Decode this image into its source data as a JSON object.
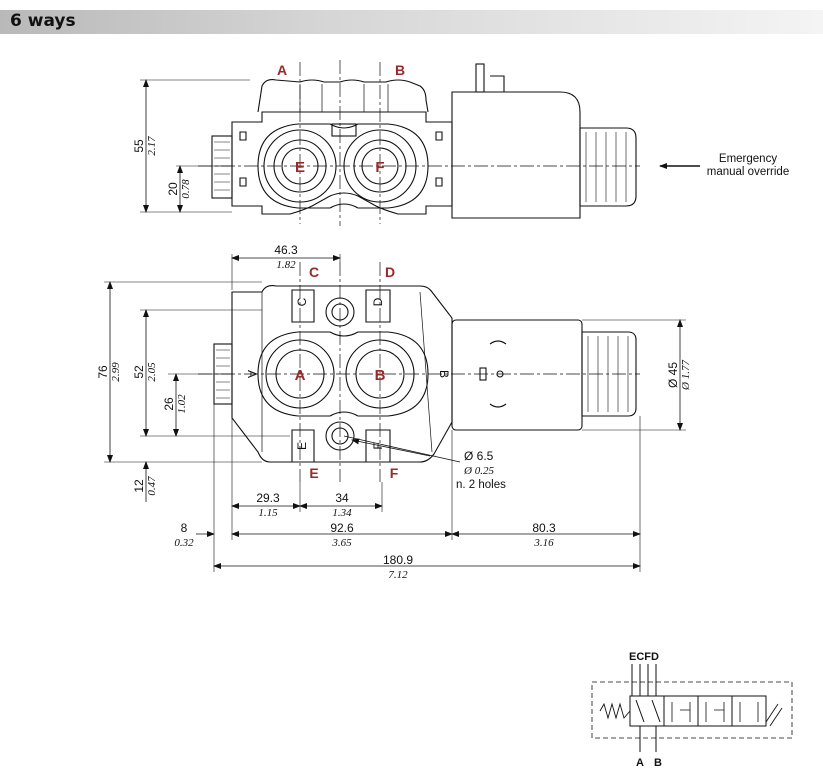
{
  "header": {
    "title": "6 ways"
  },
  "colors": {
    "port_letter": "#9a2a2a",
    "line": "#111111",
    "header_grad_start": "#b9b9b9",
    "header_grad_end": "#f4f4f4"
  },
  "side_view": {
    "top_ports": [
      "A",
      "B"
    ],
    "front_ports": [
      "E",
      "F"
    ],
    "dims": {
      "height_mm": "55",
      "height_in": "2.17",
      "axis_mm": "20",
      "axis_in": "0.78"
    },
    "callout": {
      "line1": "Emergency",
      "line2": "manual override"
    }
  },
  "top_view": {
    "upper_ports": [
      "C",
      "D"
    ],
    "lower_ports": [
      "E",
      "F"
    ],
    "inner_ports": [
      "A",
      "B"
    ],
    "side_labels": [
      "A",
      "B"
    ],
    "body_labels": [
      "C",
      "D",
      "E",
      "F"
    ],
    "dims": {
      "d1_mm": "46.3",
      "d1_in": "1.82",
      "h76_mm": "76",
      "h76_in": "2.99",
      "h52_mm": "52",
      "h52_in": "2.05",
      "h26_mm": "26",
      "h26_in": "1.02",
      "h12_mm": "12",
      "h12_in": "0.47",
      "d293_mm": "29.3",
      "d293_in": "1.15",
      "d34_mm": "34",
      "d34_in": "1.34",
      "d8_mm": "8",
      "d8_in": "0.32",
      "d926_mm": "92.6",
      "d926_in": "3.65",
      "d803_mm": "80.3",
      "d803_in": "3.16",
      "d1809_mm": "180.9",
      "d1809_in": "7.12",
      "coil_mm": "Ø 45",
      "coil_in": "Ø 1.77"
    },
    "holes": {
      "dia_mm": "Ø 6.5",
      "dia_in": "Ø 0.25",
      "count": "n. 2 holes"
    }
  },
  "symbol": {
    "top_labels": "ECFD",
    "bottom_labels": [
      "A",
      "B"
    ]
  }
}
